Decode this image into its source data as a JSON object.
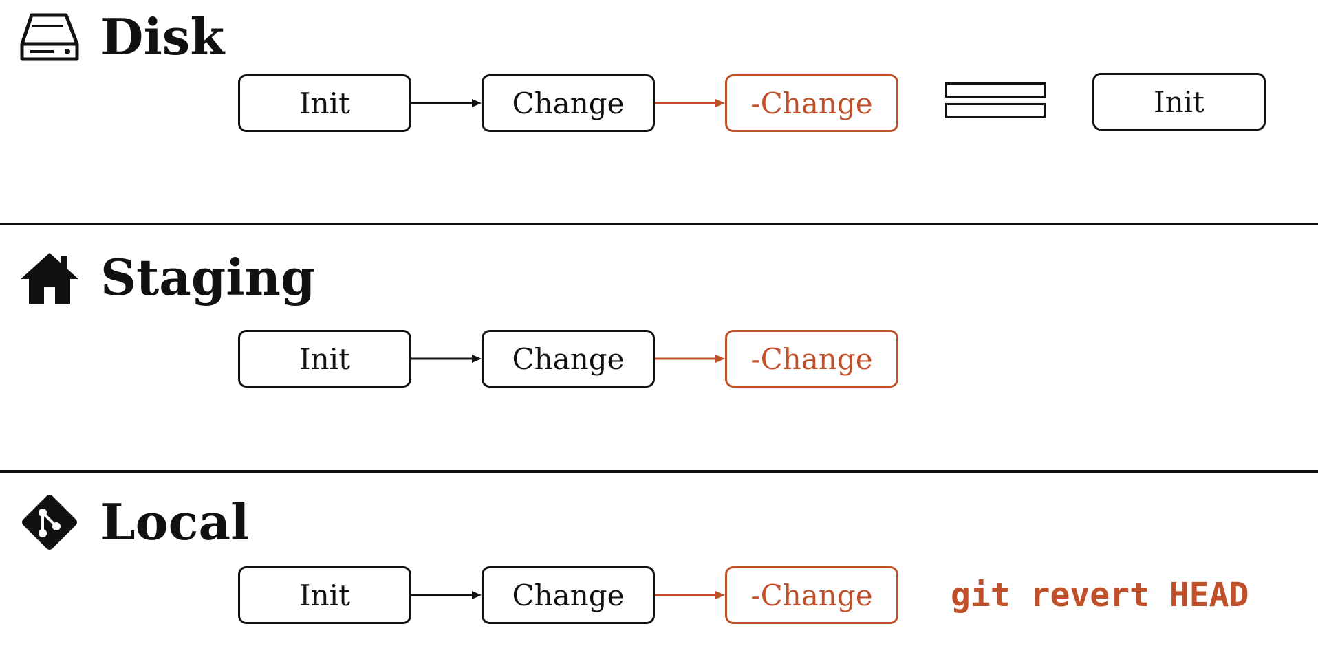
{
  "colors": {
    "ink": "#111111",
    "accent": "#c0502a"
  },
  "sections": {
    "disk": {
      "title": "Disk",
      "icon": "disk-drive-icon",
      "nodes": [
        "Init",
        "Change",
        "-Change"
      ],
      "result_node": "Init"
    },
    "staging": {
      "title": "Staging",
      "icon": "house-icon",
      "nodes": [
        "Init",
        "Change",
        "-Change"
      ]
    },
    "local": {
      "title": "Local",
      "icon": "git-diamond-icon",
      "nodes": [
        "Init",
        "Change",
        "-Change"
      ],
      "command": "git revert HEAD"
    }
  }
}
